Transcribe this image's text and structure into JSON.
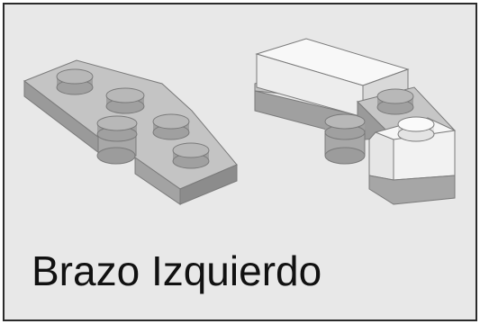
{
  "panel": {
    "caption": "Brazo Izquierdo",
    "background_color": "#e8e8e8",
    "border_color": "#2b2b2b"
  },
  "illustrations": [
    {
      "name": "left-arm-hinge-plate-assembly-gray"
    },
    {
      "name": "left-arm-hinge-plate-assembly-with-white-parts"
    }
  ]
}
